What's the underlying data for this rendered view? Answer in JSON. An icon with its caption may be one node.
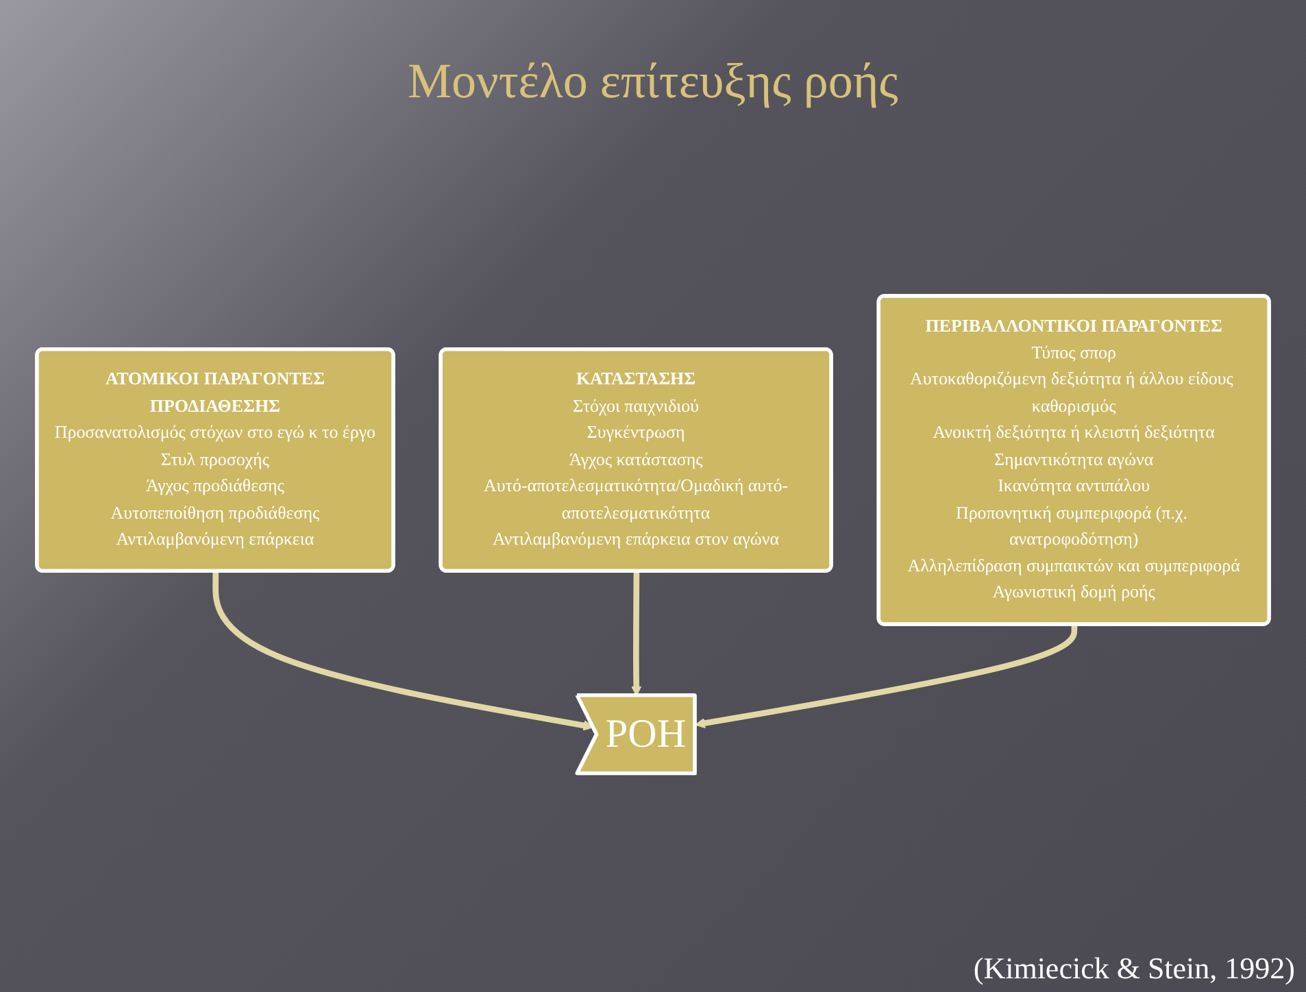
{
  "diagram": {
    "title": "Μοντέλο επίτευξης ροής",
    "caption": "(Kimiecick & Stein, 1992)",
    "nodes": [
      {
        "text": [
          "ΑΤΟΜΙΚΟΙ ΠΑΡΑΓΟΝΤΕΣ",
          "ΠΡΟΔΙΑΘΕΣΗΣ",
          "Προσανατολισμός στόχων στο εγώ κ το έργο",
          "Στυλ προσοχής",
          "Άγχος προδιάθεσης",
          "Αυτοπεποίθηση προδιάθεσης",
          "Αντιλαμβανόμενη επάρκεια"
        ]
      },
      {
        "text": [
          "ΠΕΡΙΒΑΛΛΟΝΤΙΚΟΙ ΠΑΡΑΓΟΝΤΕΣ",
          "Τύπος σπορ",
          "Αυτοκαθοριζόμενη δεξιότητα ή άλλου είδους καθορισμός",
          "Ανοικτή δεξιότητα ή κλειστή δεξιότητα",
          "Σημαντικότητα αγώνα",
          "Ικανότητα αντιπάλου",
          "Προπονητική συμπεριφορά (π.χ. ανατροφοδότηση)",
          "Αλληλεπίδραση συμπαικτών και συμπεριφορά",
          "Αγωνιστική δομή ροής"
        ]
      },
      {
        "text": [
          "ΚΑΤΑΣΤΑΣΗΣ",
          "Στόχοι παιχνιδιού",
          "Συγκέντρωση",
          "Άγχος κατάστασης",
          "Αυτό-αποτελεσματικότητα/Ομαδική αυτό-αποτελεσματικότητα",
          "Αντιλαμβανόμενη επάρκεια στον αγώνα"
        ]
      },
      {
        "text": [
          "ΡΟΗ"
        ]
      }
    ],
    "edges": [
      {
        "from": 0,
        "to": 3,
        "arrow": "to"
      },
      {
        "from": 2,
        "to": 3,
        "arrow": "to"
      },
      {
        "from": 1,
        "to": 3,
        "arrow": "to"
      }
    ]
  }
}
